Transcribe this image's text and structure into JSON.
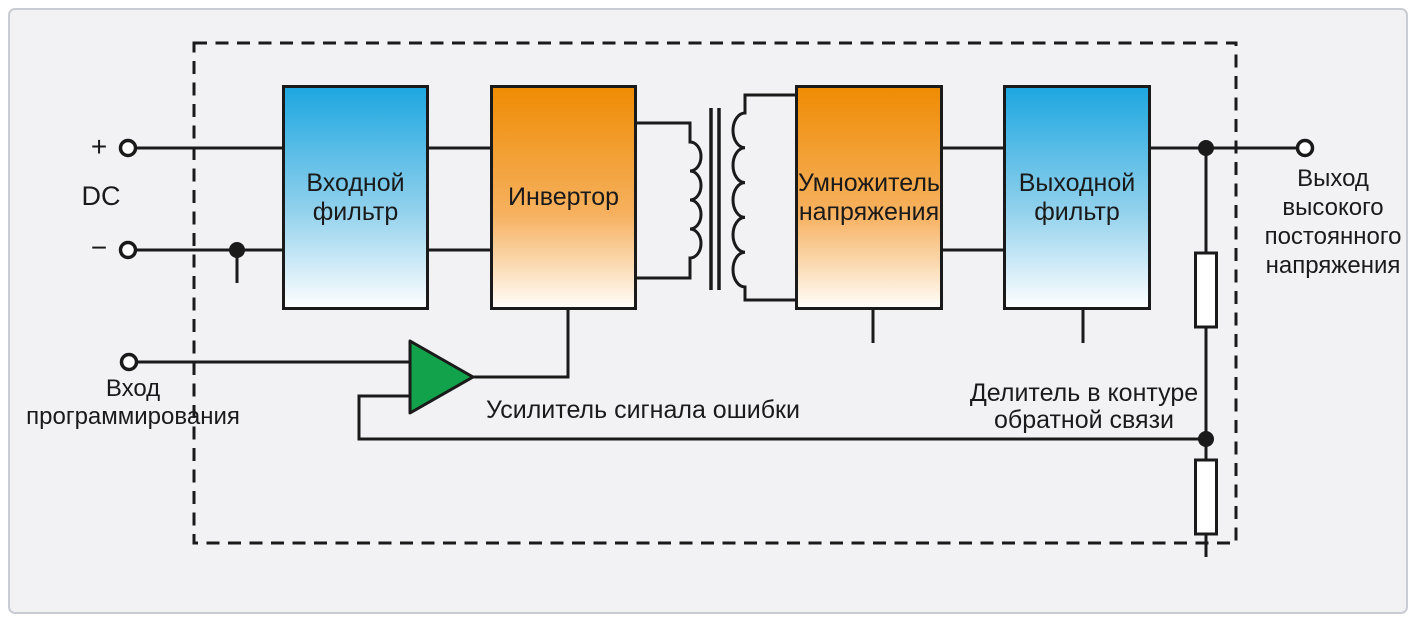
{
  "terminals": {
    "plus": "+",
    "dc": "DC",
    "minus": "−"
  },
  "blocks": {
    "input_filter": {
      "label": "Входной фильтр"
    },
    "inverter": {
      "label": "Инвертор"
    },
    "voltage_multiplier": {
      "label": "Умножитель напряжения"
    },
    "output_filter": {
      "label": "Выходной фильтр"
    }
  },
  "labels": {
    "programming_input": "Вход программирования",
    "error_amplifier": "Усилитель сигнала ошибки",
    "feedback_divider": "Делитель в контуре обратной связи",
    "hv_output": "Выход высокого постоянного напряжения"
  },
  "icons": {
    "ground": "ground-icon",
    "transformer": "transformer-icon",
    "resistor": "resistor-icon",
    "opamp": "error-amplifier-triangle-icon"
  },
  "colors": {
    "background": "#f2f2f5",
    "line": "#1a1a1a",
    "blue_block_top": "#1ea7e0",
    "orange_block_top": "#ef8c04",
    "amplifier_green": "#12a24b"
  }
}
